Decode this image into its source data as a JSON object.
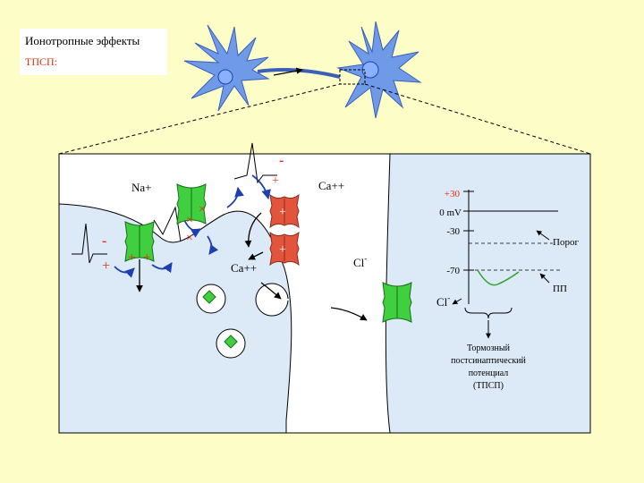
{
  "header": {
    "title": "Ионотропные эффекты",
    "subtitle": "ТПСП:"
  },
  "ions": {
    "na": "Na+",
    "ca_top": "Ca++",
    "ca_bottom": "Ca++",
    "cl_mid": "Cl",
    "cl_graph": "Cl",
    "cl_superscript": "-"
  },
  "charges": {
    "minus": "-",
    "plus": "+",
    "cross": "×"
  },
  "graph": {
    "ticks": [
      "+30",
      "0 mV",
      "-30",
      "-70"
    ],
    "threshold_label": "Порог",
    "resting_label": "ПП",
    "psp_label": [
      "Тормозный",
      "постсинаптический",
      "потенциал",
      "(ТПСП)"
    ]
  },
  "colors": {
    "background": "#fdfdc8",
    "cell": "#dce9f7",
    "neuron": "#6e9ae8",
    "channel_green": "#3fcf3f",
    "channel_red": "#e2553c",
    "label_red": "#e03010"
  }
}
